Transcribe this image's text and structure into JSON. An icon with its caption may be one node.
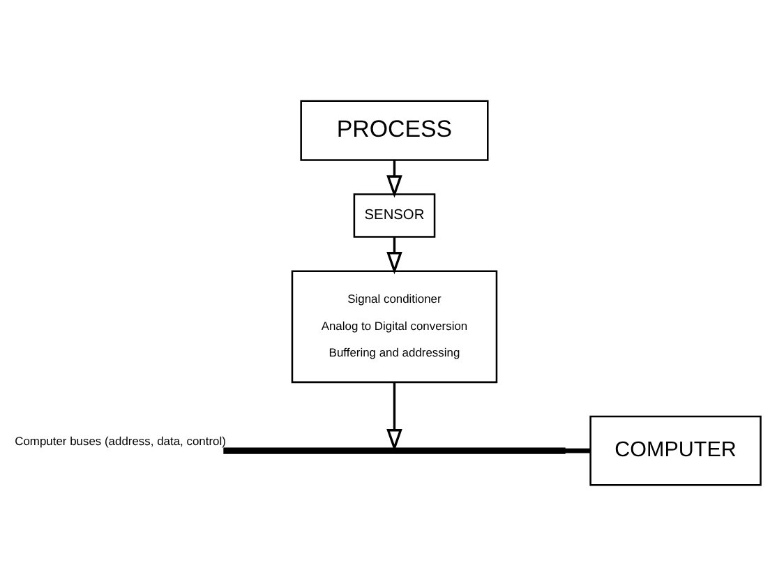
{
  "diagram": {
    "nodes": [
      {
        "text": [
          "PROCESS"
        ]
      },
      {
        "text": [
          "SENSOR"
        ]
      },
      {
        "text": [
          "Signal conditioner",
          "Analog to Digital conversion",
          "Buffering and addressing"
        ]
      },
      {
        "text": [],
        "shape": "bar",
        "beside": [
          "Computer buses (address, data, control)"
        ]
      },
      {
        "text": [
          "COMPUTER"
        ]
      }
    ],
    "edges": [
      {
        "from": 0,
        "to": 1,
        "arrow": "to"
      },
      {
        "from": 1,
        "to": 2,
        "arrow": "to"
      },
      {
        "from": 2,
        "to": 3,
        "arrow": "to"
      },
      {
        "from": 3,
        "to": 4,
        "arrow": "none",
        "style": "thick"
      }
    ]
  }
}
